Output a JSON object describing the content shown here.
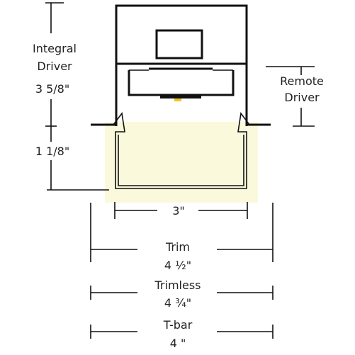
{
  "labels": {
    "integral_line1": "Integral",
    "integral_line2": "Driver",
    "integral_dim": "3 5/8\"",
    "remote_line1": "Remote",
    "remote_line2": "Driver",
    "height_dim": "1 1/8\"",
    "width_dim": "3\"",
    "trim_title": "Trim",
    "trim_dim": "4 ½\"",
    "trimless_title": "Trimless",
    "trimless_dim": "4 ¾\"",
    "tbar_title": "T-bar",
    "tbar_dim": "4 \""
  },
  "colors": {
    "line": "#111111",
    "glow": "#fbf9dc",
    "led": "#f0c419",
    "text": "#222222"
  }
}
